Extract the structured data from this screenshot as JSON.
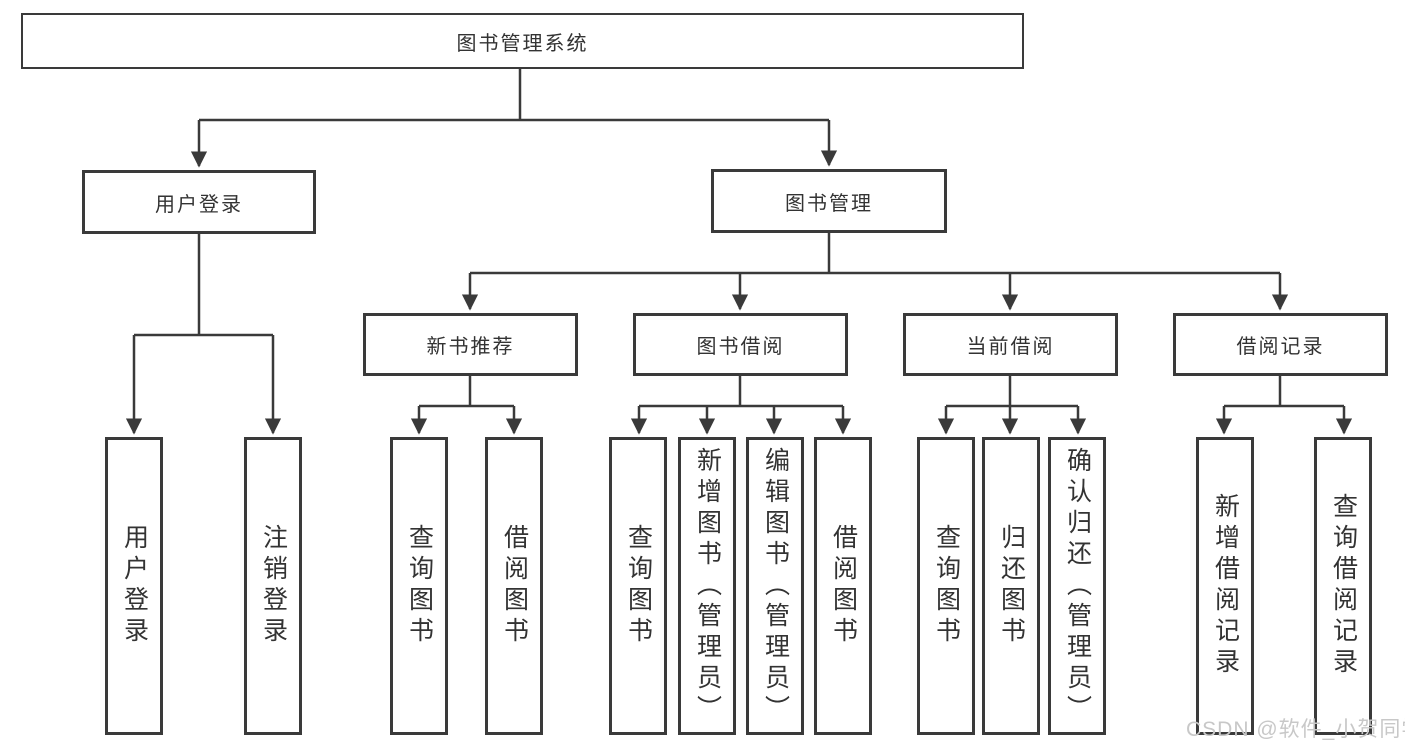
{
  "tree": {
    "root": "图书管理系统",
    "children": [
      {
        "label": "用户登录",
        "children": [
          "用户登录",
          "注销登录"
        ]
      },
      {
        "label": "图书管理",
        "children": [
          {
            "label": "新书推荐",
            "children": [
              "查询图书",
              "借阅图书"
            ]
          },
          {
            "label": "图书借阅",
            "children": [
              "查询图书",
              "新增图书（管理员）",
              "编辑图书（管理员）",
              "借阅图书"
            ]
          },
          {
            "label": "当前借阅",
            "children": [
              "查询图书",
              "归还图书",
              "确认归还（管理员）"
            ]
          },
          {
            "label": "借阅记录",
            "children": [
              "新增借阅记录",
              "查询借阅记录"
            ]
          }
        ]
      }
    ]
  },
  "watermark": {
    "text": "CSDN @软件_小贺同学"
  },
  "colors": {
    "line": "#3a3a3a",
    "text": "#333333",
    "watermark": "#c8c8c8",
    "background": "#ffffff"
  }
}
